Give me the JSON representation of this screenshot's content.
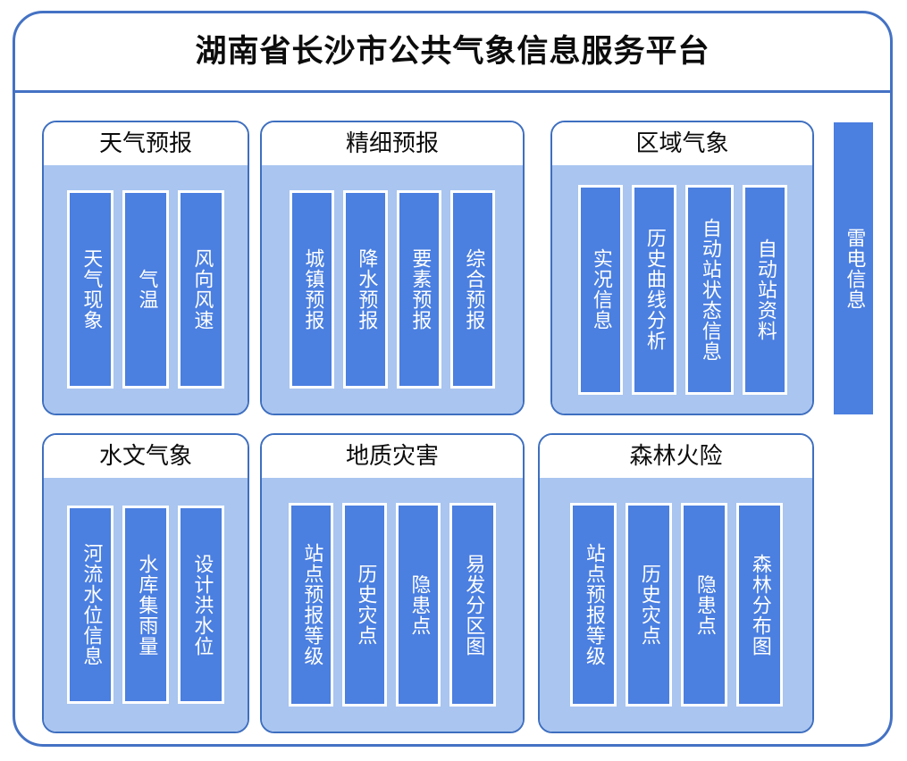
{
  "header": {
    "title": "湖南省长沙市公共气象信息服务平台"
  },
  "colors": {
    "frame_border": "#4472C4",
    "panel_border": "#3E6FC0",
    "panel_body": "#A9C5F0",
    "item_fill": "#4B7FE0",
    "item_border": "#FFFFFF",
    "title_text": "#0C0C0C",
    "item_text": "#FFFFFF"
  },
  "panels": [
    {
      "id": "weather-forecast",
      "title": "天气预报",
      "items": [
        {
          "label": "天气现象"
        },
        {
          "label": "气温"
        },
        {
          "label": "风向风速"
        }
      ]
    },
    {
      "id": "fine-forecast",
      "title": "精细预报",
      "items": [
        {
          "label": "城镇预报"
        },
        {
          "label": "降水预报"
        },
        {
          "label": "要素预报"
        },
        {
          "label": "综合预报"
        }
      ]
    },
    {
      "id": "regional-met",
      "title": "区域气象",
      "items": [
        {
          "label": "实况信息"
        },
        {
          "label": "历史曲线分析"
        },
        {
          "label": "自动站状态信息"
        },
        {
          "label": "自动站资料"
        }
      ]
    },
    {
      "id": "hydro-met",
      "title": "水文气象",
      "items": [
        {
          "label": "河流水位信息"
        },
        {
          "label": "水库集雨量"
        },
        {
          "label": "设计洪水位"
        }
      ]
    },
    {
      "id": "geo-hazard",
      "title": "地质灾害",
      "items": [
        {
          "label": "站点预报等级"
        },
        {
          "label": "历史灾点"
        },
        {
          "label": "隐患点"
        },
        {
          "label": "易发分区图"
        }
      ]
    },
    {
      "id": "forest-fire",
      "title": "森林火险",
      "items": [
        {
          "label": "站点预报等级"
        },
        {
          "label": "历史灾点"
        },
        {
          "label": "隐患点"
        },
        {
          "label": "森林分布图"
        }
      ]
    }
  ],
  "standalone": {
    "lightning": {
      "label": "雷电信息"
    }
  }
}
